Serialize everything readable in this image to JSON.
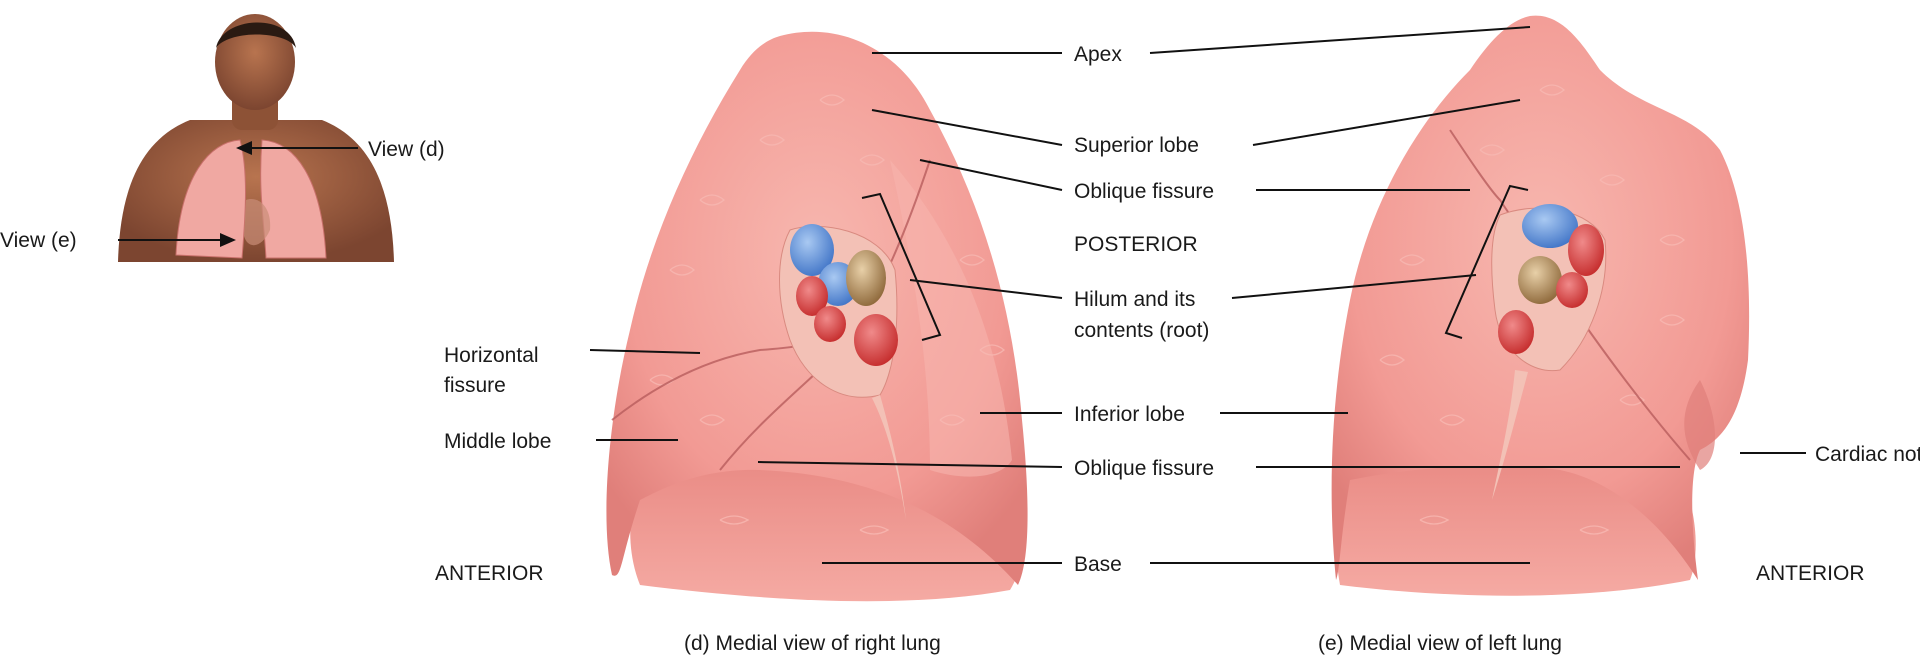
{
  "inset": {
    "view_d": "View (d)",
    "view_e": "View (e)"
  },
  "labels": {
    "apex": "Apex",
    "superior_lobe": "Superior lobe",
    "oblique_fissure_upper": "Oblique fissure",
    "posterior": "POSTERIOR",
    "hilum_line1": "Hilum and its",
    "hilum_line2": "contents (root)",
    "inferior_lobe": "Inferior lobe",
    "oblique_fissure_lower": "Oblique fissure",
    "base": "Base",
    "horizontal_fissure_line1": "Horizontal",
    "horizontal_fissure_line2": "fissure",
    "middle_lobe": "Middle lobe",
    "cardiac_notch": "Cardiac notch",
    "anterior_left": "ANTERIOR",
    "anterior_right": "ANTERIOR"
  },
  "captions": {
    "right_lung": "(d) Medial view of right lung",
    "left_lung": "(e) Medial view of left lung"
  },
  "colors": {
    "lung_fill": "#f29a94",
    "lung_shadow": "#d9706d",
    "vein_blue": "#4f86d6",
    "artery_red": "#d63a3a",
    "bronchus_tan": "#b08a5a",
    "skin": "#9a5a3c"
  }
}
